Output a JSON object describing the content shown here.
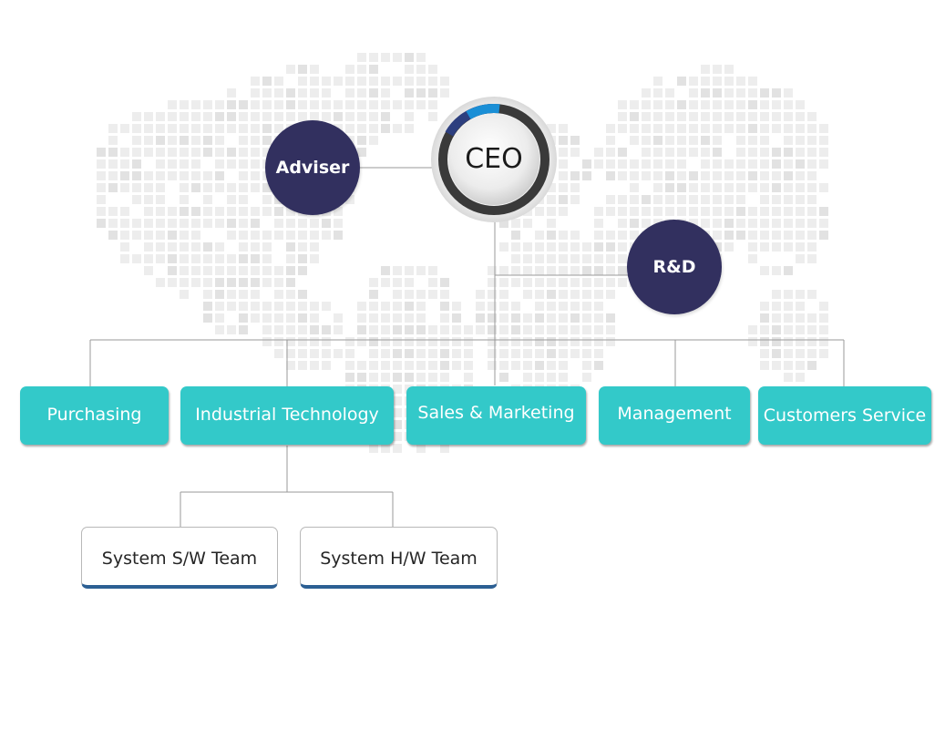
{
  "diagram": {
    "ceo": {
      "label": "CEO"
    },
    "adviser": {
      "label": "Adviser"
    },
    "rnd": {
      "label": "R&D"
    },
    "departments": [
      {
        "label": "Purchasing"
      },
      {
        "label": "Industrial Technology"
      },
      {
        "label": "Sales & Marketing"
      },
      {
        "label": "Management"
      },
      {
        "label": "Customers Service"
      }
    ],
    "teams": [
      {
        "label": "System S/W Team"
      },
      {
        "label": "System H/W Team"
      }
    ]
  },
  "colors": {
    "circle_node": "#32305f",
    "department_box": "#33c9c9",
    "team_box_border": "#2c5f93",
    "ceo_ring_dark": "#3a3a3a",
    "ceo_ring_accent": "#1a8fd6",
    "connector_line": "#9a9a9a"
  }
}
